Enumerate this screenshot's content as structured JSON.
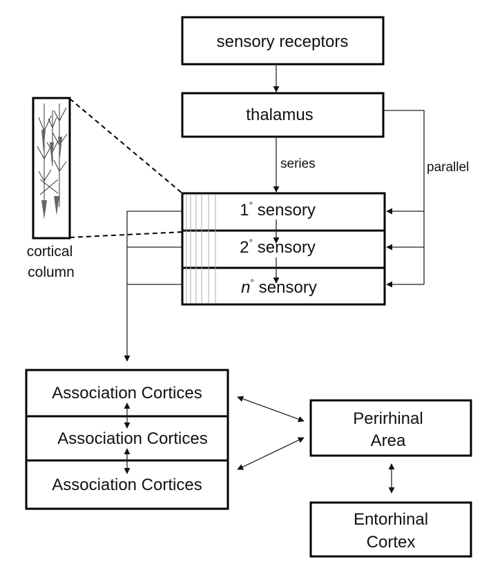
{
  "nodes": {
    "sensory_receptors": "sensory receptors",
    "thalamus": "thalamus",
    "sensory_1_num": "1",
    "sensory_1_deg": "°",
    "sensory_1_label": " sensory",
    "sensory_2_num": "2",
    "sensory_2_deg": "°",
    "sensory_2_label": " sensory",
    "sensory_n_num": "n",
    "sensory_n_deg": "°",
    "sensory_n_label": " sensory",
    "assoc_1": "Association Cortices",
    "assoc_2": "Association Cortices",
    "assoc_3": "Association Cortices",
    "perirhinal_line1": "Perirhinal",
    "perirhinal_line2": "Area",
    "entorhinal_line1": "Entorhinal",
    "entorhinal_line2": "Cortex",
    "column_label_line1": "cortical",
    "column_label_line2": "column"
  },
  "edge_labels": {
    "series": "series",
    "parallel": "parallel"
  }
}
